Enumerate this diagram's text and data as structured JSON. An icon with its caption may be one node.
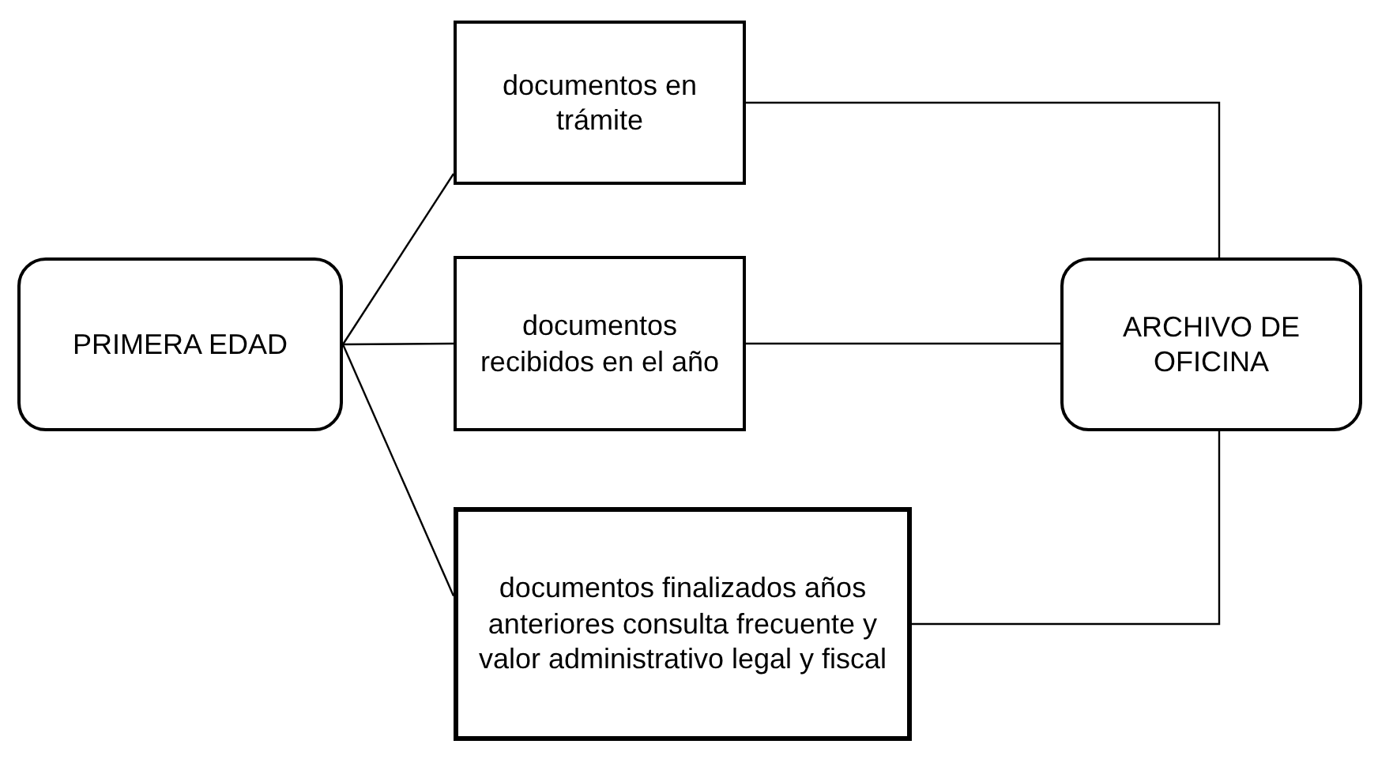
{
  "diagram": {
    "nodes": [
      {
        "text": [
          "PRIMERA EDAD"
        ]
      },
      {
        "text": [
          "documentos en trámite"
        ]
      },
      {
        "text": [
          "documentos recibidos en el año"
        ]
      },
      {
        "text": [
          "documentos finalizados años anteriores consulta frecuente y valor administrativo legal y fiscal"
        ]
      },
      {
        "text": [
          "ARCHIVO DE OFICINA"
        ]
      }
    ],
    "edges": [
      {
        "from": 0,
        "to": 1,
        "arrow": "none"
      },
      {
        "from": 0,
        "to": 2,
        "arrow": "none"
      },
      {
        "from": 0,
        "to": 3,
        "arrow": "none"
      },
      {
        "from": 1,
        "to": 4,
        "arrow": "none"
      },
      {
        "from": 2,
        "to": 4,
        "arrow": "none"
      },
      {
        "from": 3,
        "to": 4,
        "arrow": "none"
      }
    ]
  }
}
